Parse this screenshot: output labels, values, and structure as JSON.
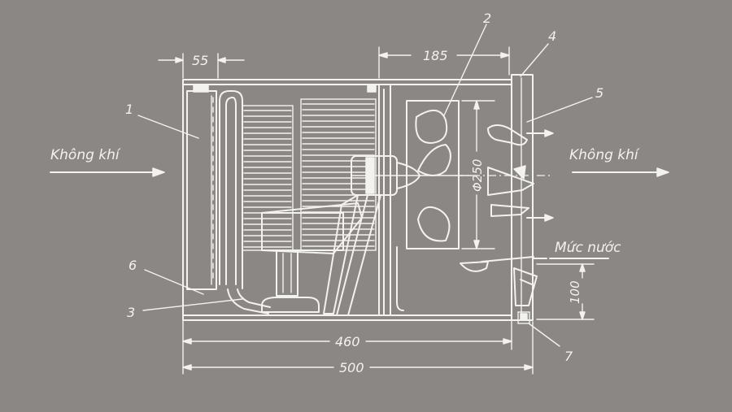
{
  "labels": {
    "air_in": "Không khí",
    "air_out": "Không khí",
    "water_level": "Mức nước"
  },
  "dimensions": {
    "d55": "55",
    "d185": "185",
    "d250": "Φ250",
    "d100": "100",
    "d460": "460",
    "d500": "500"
  },
  "parts": {
    "p1": "1",
    "p2": "2",
    "p3": "3",
    "p4": "4",
    "p5": "5",
    "p6": "6",
    "p7": "7"
  },
  "colors": {
    "background": "#8a8784",
    "ink": "#f4f2ee"
  }
}
